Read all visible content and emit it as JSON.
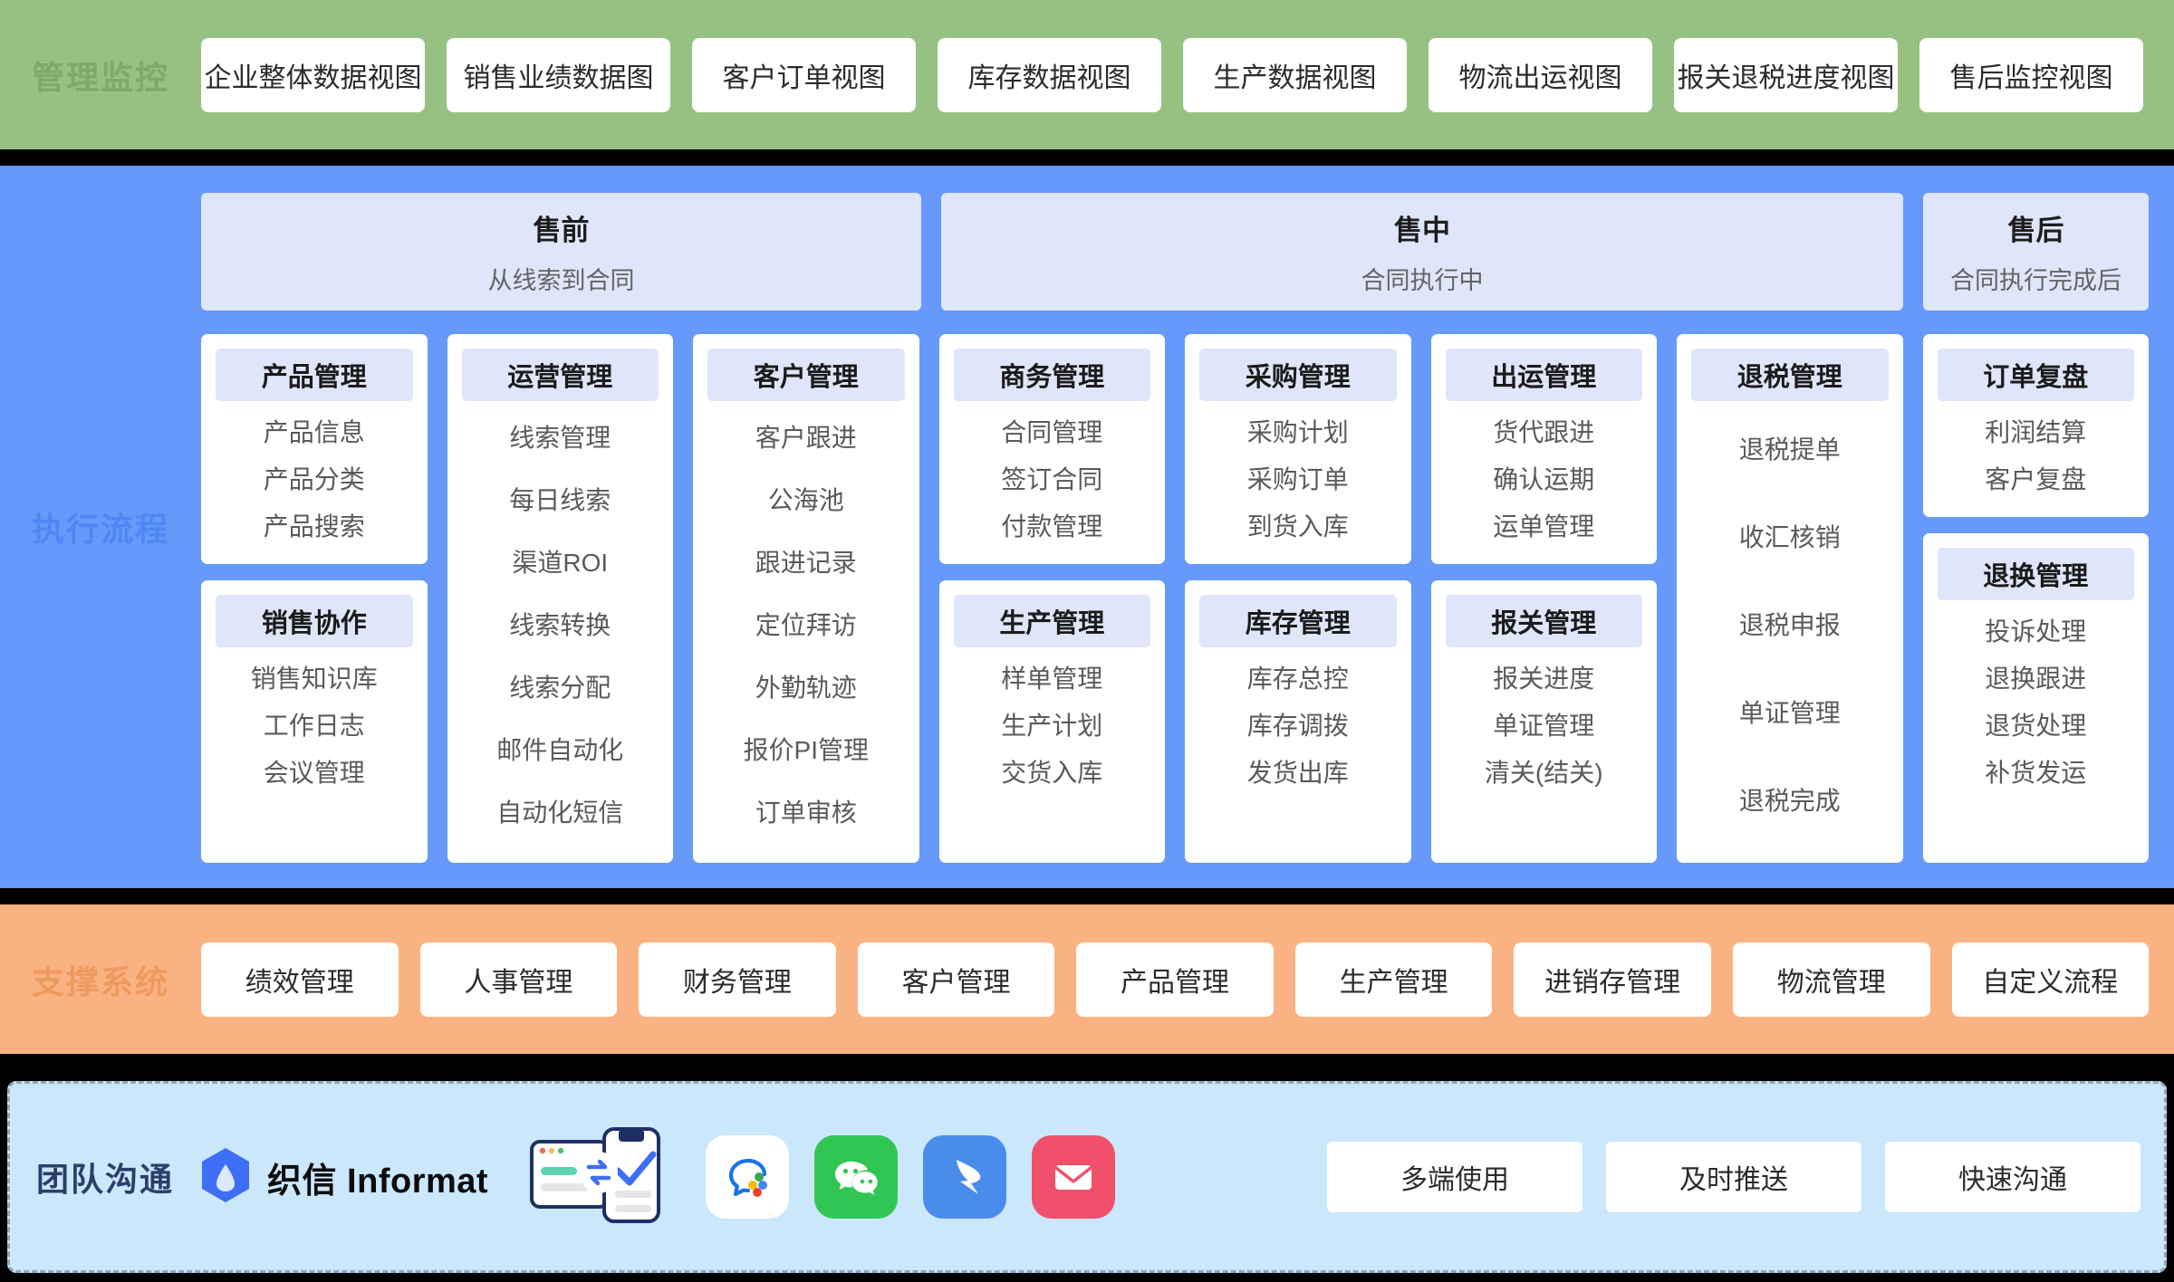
{
  "bands": {
    "management": {
      "label": "管理监控",
      "accent": "#97C183",
      "cards": [
        "企业整体数据视图",
        "销售业绩数据图",
        "客户订单视图",
        "库存数据视图",
        "生产数据视图",
        "物流出运视图",
        "报关退税进度视图",
        "售后监控视图"
      ]
    },
    "execution": {
      "label": "执行流程",
      "accent": "#6699FA",
      "phases": [
        {
          "title": "售前",
          "subtitle": "从线索到合同"
        },
        {
          "title": "售中",
          "subtitle": "合同执行中"
        },
        {
          "title": "售后",
          "subtitle": "合同执行完成后"
        }
      ],
      "columns": [
        {
          "cards": [
            {
              "title": "产品管理",
              "items": [
                "产品信息",
                "产品分类",
                "产品搜索"
              ]
            },
            {
              "title": "销售协作",
              "items": [
                "销售知识库",
                "工作日志",
                "会议管理"
              ]
            }
          ]
        },
        {
          "cards": [
            {
              "title": "运营管理",
              "items": [
                "线索管理",
                "每日线索",
                "渠道ROI",
                "线索转换",
                "线索分配",
                "邮件自动化",
                "自动化短信"
              ]
            }
          ]
        },
        {
          "cards": [
            {
              "title": "客户管理",
              "items": [
                "客户跟进",
                "公海池",
                "跟进记录",
                "定位拜访",
                "外勤轨迹",
                "报价PI管理",
                "订单审核"
              ]
            }
          ]
        },
        {
          "cards": [
            {
              "title": "商务管理",
              "items": [
                "合同管理",
                "签订合同",
                "付款管理"
              ]
            },
            {
              "title": "生产管理",
              "items": [
                "样单管理",
                "生产计划",
                "交货入库"
              ]
            }
          ]
        },
        {
          "cards": [
            {
              "title": "采购管理",
              "items": [
                "采购计划",
                "采购订单",
                "到货入库"
              ]
            },
            {
              "title": "库存管理",
              "items": [
                "库存总控",
                "库存调拨",
                "发货出库"
              ]
            }
          ]
        },
        {
          "cards": [
            {
              "title": "出运管理",
              "items": [
                "货代跟进",
                "确认运期",
                "运单管理"
              ]
            },
            {
              "title": "报关管理",
              "items": [
                "报关进度",
                "单证管理",
                "清关(结关)"
              ]
            }
          ]
        },
        {
          "cards": [
            {
              "title": "退税管理",
              "items": [
                "退税提单",
                "收汇核销",
                "退税申报",
                "单证管理",
                "退税完成"
              ]
            }
          ]
        },
        {
          "cards": [
            {
              "title": "订单复盘",
              "items": [
                "利润结算",
                "客户复盘"
              ]
            },
            {
              "title": "退换管理",
              "items": [
                "投诉处理",
                "退换跟进",
                "退货处理",
                "补货发运"
              ]
            }
          ]
        }
      ]
    },
    "support": {
      "label": "支撑系统",
      "accent": "#FBB282",
      "cards": [
        "绩效管理",
        "人事管理",
        "财务管理",
        "客户管理",
        "产品管理",
        "生产管理",
        "进销存管理",
        "物流管理",
        "自定义流程"
      ]
    },
    "communication": {
      "label": "团队沟通",
      "accent": "#CBE7FB",
      "brand_name": "织信 Informat",
      "apps": [
        {
          "name": "chat-bubble-icon",
          "color": "#FFFFFF"
        },
        {
          "name": "wechat-icon",
          "color": "#31C653"
        },
        {
          "name": "dingtalk-icon",
          "color": "#4A8CEB"
        },
        {
          "name": "email-icon",
          "color": "#F1506A"
        }
      ],
      "tags": [
        "多端使用",
        "及时推送",
        "快速沟通"
      ]
    }
  }
}
